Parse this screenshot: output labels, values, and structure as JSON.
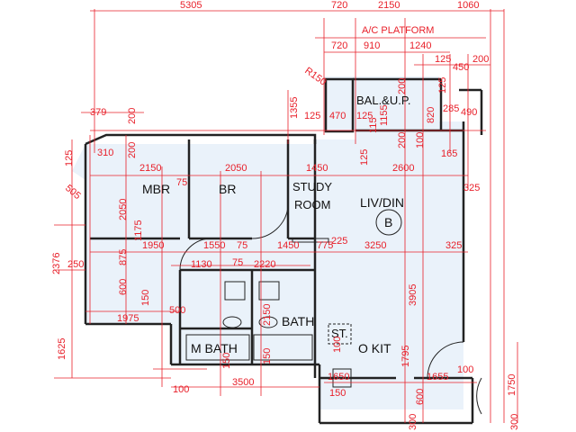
{
  "colors": {
    "dimension": "#e8202a",
    "wall": "#222222",
    "fill": "#eaf2fa"
  },
  "top_dims": {
    "row1": [
      "5305",
      "720",
      "2150",
      "1060"
    ],
    "row2": [
      "720",
      "910",
      "1240"
    ],
    "row3": [
      "125",
      "450",
      "200"
    ]
  },
  "ac_platform": "A/C PLATFORM",
  "rooms": {
    "mbr": "MBR",
    "br": "BR",
    "study_1": "STUDY",
    "study_2": "ROOM",
    "liv_din": "LIV/DIN",
    "mark_b": "B",
    "bal": "BAL.&U.P.",
    "bath": "BATH",
    "m_bath": "M  BATH",
    "kit": "O KIT",
    "st": "ST."
  },
  "dims": {
    "d379": "379",
    "d200a": "200",
    "d1355": "1355",
    "d125a": "125",
    "d470": "470",
    "d125b": "125",
    "r150": "R150",
    "d1155": "1155",
    "d820": "820",
    "d285": "285",
    "d490": "490",
    "d125c": "125",
    "d310": "310",
    "d200b": "200",
    "d200c": "200",
    "d115": "115",
    "d100a": "100",
    "d165": "165",
    "d125d": "125",
    "d2150": "2150",
    "d75a": "75",
    "d2050a": "2050",
    "d1450a": "1450",
    "d2600": "2600",
    "d505": "505",
    "d325a": "325",
    "d2050v": "2050",
    "d225": "225",
    "d1175": "1175",
    "d1950": "1950",
    "d1550": "1550",
    "d75b": "75",
    "d1450b": "1450",
    "d775": "775",
    "d3250": "3250",
    "d325b": "325",
    "d2376": "2376",
    "d250": "250",
    "d875": "875",
    "d1130": "1130",
    "d75c": "75",
    "d2220": "2220",
    "d3905": "3905",
    "d600a": "600",
    "d150a": "150",
    "d1975": "1975",
    "d500": "500",
    "d2150v": "2150",
    "d1625": "1625",
    "d1795": "1795",
    "d150b": "150",
    "d3500": "3500",
    "d1650": "1650",
    "d1655": "1655",
    "d100b": "100",
    "d150c": "150",
    "d600b": "600",
    "d1750": "1750",
    "d300a": "300",
    "d300b": "300",
    "d100c": "100",
    "d200d": "200",
    "d150d": "150",
    "d100d": "100",
    "d125e": "125"
  }
}
